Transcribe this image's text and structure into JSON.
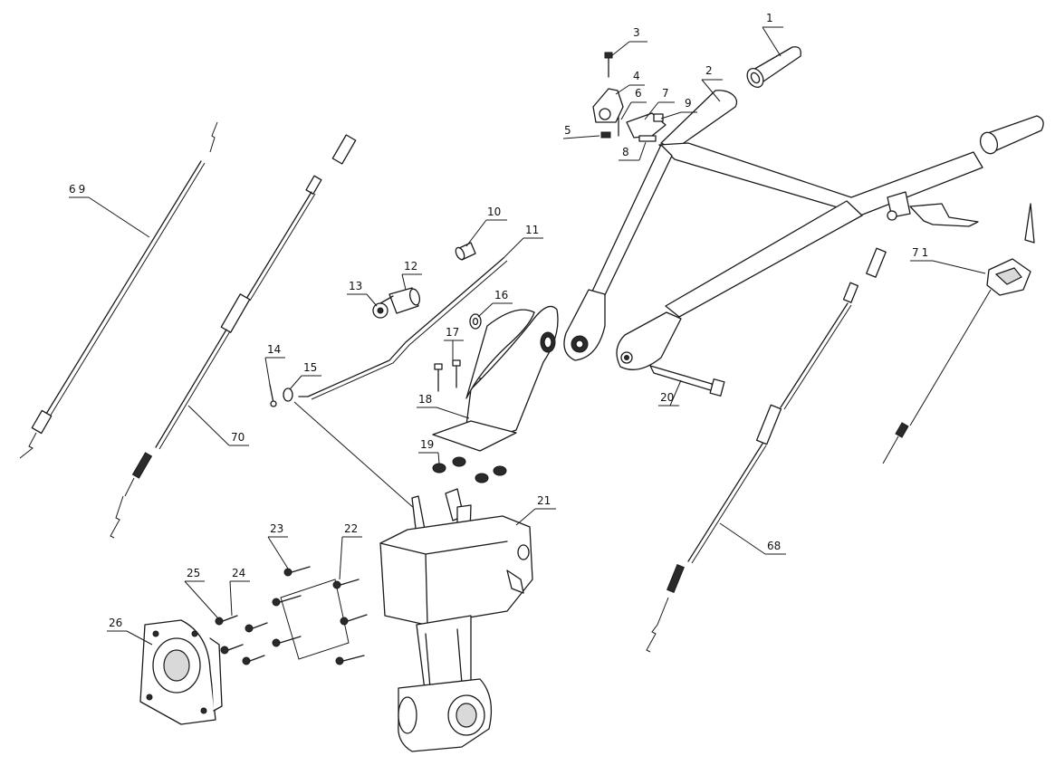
{
  "callouts": [
    {
      "id": "c1",
      "text": "1"
    },
    {
      "id": "c2",
      "text": "2"
    },
    {
      "id": "c3",
      "text": "3"
    },
    {
      "id": "c4",
      "text": "4"
    },
    {
      "id": "c5",
      "text": "5"
    },
    {
      "id": "c6",
      "text": "6"
    },
    {
      "id": "c7",
      "text": "7"
    },
    {
      "id": "c8",
      "text": "8"
    },
    {
      "id": "c9",
      "text": "9"
    },
    {
      "id": "c10",
      "text": "10"
    },
    {
      "id": "c11",
      "text": "11"
    },
    {
      "id": "c12",
      "text": "12"
    },
    {
      "id": "c13",
      "text": "13"
    },
    {
      "id": "c14",
      "text": "14"
    },
    {
      "id": "c15",
      "text": "15"
    },
    {
      "id": "c16",
      "text": "16"
    },
    {
      "id": "c17",
      "text": "17"
    },
    {
      "id": "c18",
      "text": "18"
    },
    {
      "id": "c19",
      "text": "19"
    },
    {
      "id": "c20",
      "text": "20"
    },
    {
      "id": "c21",
      "text": "21"
    },
    {
      "id": "c22",
      "text": "22"
    },
    {
      "id": "c23",
      "text": "23"
    },
    {
      "id": "c24",
      "text": "24"
    },
    {
      "id": "c25",
      "text": "25"
    },
    {
      "id": "c26",
      "text": "26"
    },
    {
      "id": "c68",
      "text": "68"
    },
    {
      "id": "c69",
      "text": "69"
    },
    {
      "id": "c70",
      "text": "70"
    },
    {
      "id": "c71",
      "text": "71"
    }
  ]
}
